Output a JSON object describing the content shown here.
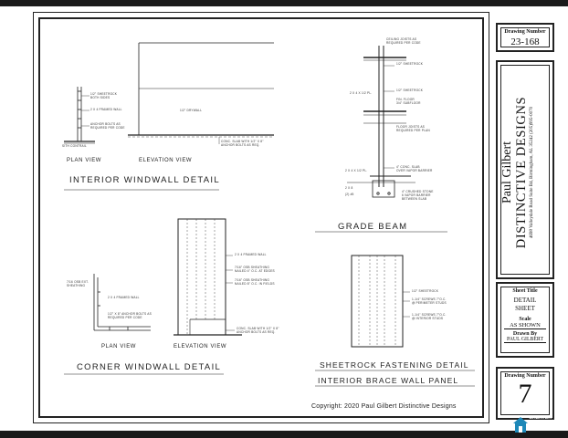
{
  "sections": {
    "interior_windwall_title": "INTERIOR WINDWALL DETAIL",
    "corner_windwall_title": "CORNER WINDWALL DETAIL",
    "grade_beam_title": "GRADE BEAM",
    "sheetrock_fastening_title": "SHEETROCK FASTENING DETAIL",
    "interior_brace_title": "INTERIOR BRACE WALL PANEL"
  },
  "view_labels": {
    "interior_plan": "PLAN VIEW",
    "interior_elevation": "ELEVATION VIEW",
    "corner_plan": "PLAN VIEW",
    "corner_elevation": "ELEVATION VIEW"
  },
  "notes": {
    "interior_plan_1": "1/2\" SHEETROCK",
    "interior_plan_2": "BOTH SIDES",
    "interior_plan_3": "2 X 4 FRAMED WALL",
    "interior_plan_4": "ANCHOR BOLTS AS",
    "interior_plan_5": "REQUIRED PER CODE",
    "interior_plan_6": "SITH CONTRAIL",
    "interior_elev_center": "1/2\" DRYWALL",
    "interior_elev_slab_1": "CONC. SLAB WITH 1/2\" X 8\"",
    "interior_elev_slab_2": "ANCHOR BOLTS AS REQ.",
    "grade_1": "CEILING JOISTS AS",
    "grade_2": "REQUIRED PER CODE",
    "grade_3": "1/2\" SHEETROCK",
    "grade_4": "2 X 4 X 1/2 PL.",
    "grade_5": "1/2\" SHEETROCK",
    "grade_6": "FIN. FLOOR",
    "grade_7": "3/4\" SUBFLOOR",
    "grade_8": "FLOOR JOISTS AS",
    "grade_9": "REQUIRED PER PLAN",
    "grade_10": "2 X 4 X 1/2 PL.",
    "grade_11": "4\" CONC. SLAB",
    "grade_12": "OVER VAPOR BARRIER",
    "grade_13": "4\" CRUSHED STONE",
    "grade_14": "6 VAPOR BARRIER",
    "grade_15": "BETWEEN SLAB",
    "grade_16": "2 X 8",
    "grade_17": "(2) #5",
    "corner_plan_1": "7/16 OSB EXT.",
    "corner_plan_2": "SHEATHING",
    "corner_plan_3": "2 X 4 FRAMED WALL",
    "corner_plan_4": "1/2\" X 8\" ANCHOR BOLTS AS",
    "corner_plan_5": "REQUIRED PER CODE",
    "corner_elev_1": "2 X 4 FRAMED WALL",
    "corner_elev_2": "7/16\" OSB SHEATHING",
    "corner_elev_3": "NAILED 4\" O.C. AT EDGES",
    "corner_elev_4": "7/16\" OSB SHEATHING",
    "corner_elev_5": "NAILED 8\" O.C. IN FIELDS",
    "corner_elev_6": "CONC. SLAB WITH 1/2\" X 8\"",
    "corner_elev_7": "ANCHOR BOLTS AS REQ.",
    "fast_1": "1/2\" SHEETROCK",
    "fast_2": "1-1/4\" SCREWS 7\"O.C.",
    "fast_3": "@ PERIMETER STUDS",
    "fast_4": "1-1/4\" SCREWS 7\"O.C.",
    "fast_5": "@ INTERIOR STUDS"
  },
  "copyright": "Copyright: 2020 Paul Gilbert Distinctive Designs",
  "title_block": {
    "drawing_number_label": "Drawing Number",
    "drawing_number": "23-168",
    "designer_name": "Paul Gilbert",
    "company": "DISTINCTIVE DESIGNS",
    "address": "4698 Valleydale Road Suite B4, Birmingham, AL 35242 (205)995-0070",
    "sheet_title_label": "Sheet Title",
    "sheet_title_1": "DETAIL",
    "sheet_title_2": "SHEET",
    "scale_label": "Scale",
    "scale_value": "AS SHOWN",
    "drawn_by_label": "Drawn By",
    "drawn_by_value": "PAUL GILBERT",
    "sheet_number_label": "Drawing Number",
    "sheet_number": "7"
  },
  "watermark": {
    "line1": "GREATER",
    "line2": "ALABAMA",
    "line3": "MLS",
    "color": "#1e88b8"
  }
}
